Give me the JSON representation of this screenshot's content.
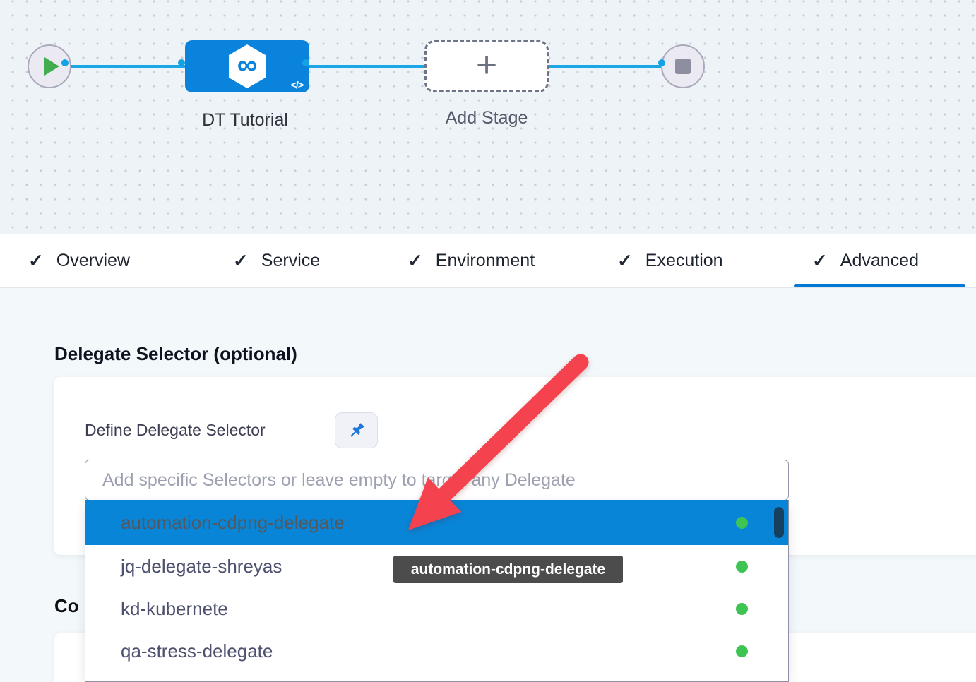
{
  "pipeline": {
    "stages": [
      {
        "name": "DT Tutorial",
        "type": "deployment"
      }
    ],
    "add_stage_label": "Add Stage"
  },
  "icons": {
    "check": "✓",
    "plus": "+",
    "code": "</>",
    "infinity": "∞",
    "play": "play-triangle",
    "stop": "stop-square",
    "pushpin": "pushpin",
    "status_dot": "green-circle"
  },
  "tabs": [
    {
      "label": "Overview",
      "checked": true,
      "active": false
    },
    {
      "label": "Service",
      "checked": true,
      "active": false
    },
    {
      "label": "Environment",
      "checked": true,
      "active": false
    },
    {
      "label": "Execution",
      "checked": true,
      "active": false
    },
    {
      "label": "Advanced",
      "checked": true,
      "active": true
    }
  ],
  "advanced_panel": {
    "heading": "Delegate Selector (optional)",
    "define_label": "Define Delegate Selector",
    "input_placeholder": "Add specific Selectors or leave empty to target any Delegate",
    "input_value": "",
    "partial_heading": "Co"
  },
  "dropdown": {
    "selected_index": 0,
    "options": [
      {
        "label": "automation-cdpng-delegate",
        "status_color": "#3ec452",
        "selected": true
      },
      {
        "label": "jq-delegate-shreyas",
        "status_color": "#3ec452",
        "selected": false
      },
      {
        "label": "kd-kubernete",
        "status_color": "#3ec452",
        "selected": false
      },
      {
        "label": "qa-stress-delegate",
        "status_color": "#3ec452",
        "selected": false
      }
    ]
  },
  "tooltip": {
    "text": "automation-cdpng-delegate"
  },
  "colors": {
    "accent_blue": "#0278d5",
    "node_blue": "#0a83dd",
    "edge_blue": "#1ba6e6",
    "selected_row_blue": "#0885d7",
    "status_green": "#3ec452",
    "arrow_red": "#f4424e",
    "tooltip_bg": "#4c4c4c",
    "canvas_bg": "#edf3f7",
    "panel_bg": "#f3f8fb"
  }
}
